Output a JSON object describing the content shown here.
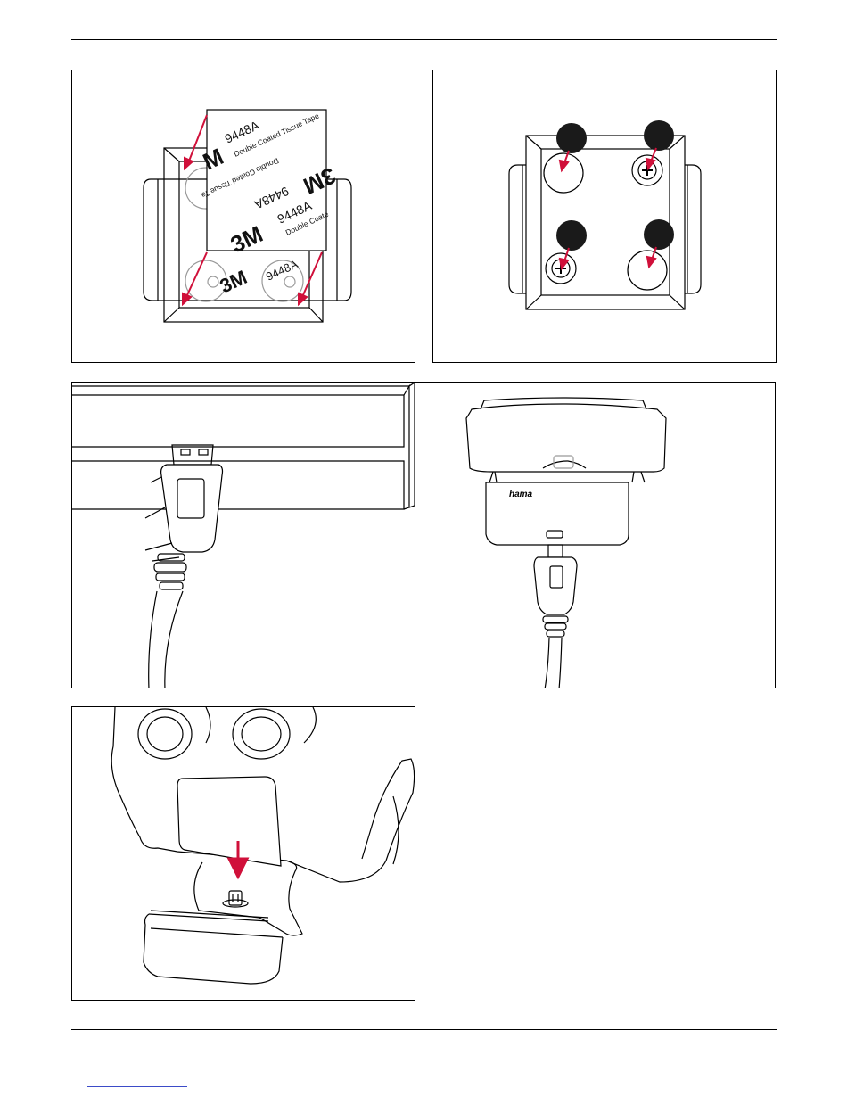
{
  "tape": {
    "code": "9448A",
    "brand": "3M",
    "desc": "Double Coated Tissue Tape",
    "desc_cut1": "Double Coated Tissue Tape",
    "desc_cut2": "Double Coated Tissue Ta",
    "desc_cut3": "Double Coate",
    "ghost_code": "9448A"
  },
  "dock": {
    "logo": "hama"
  },
  "colors": {
    "accent": "#d0103a",
    "line": "#000000"
  }
}
